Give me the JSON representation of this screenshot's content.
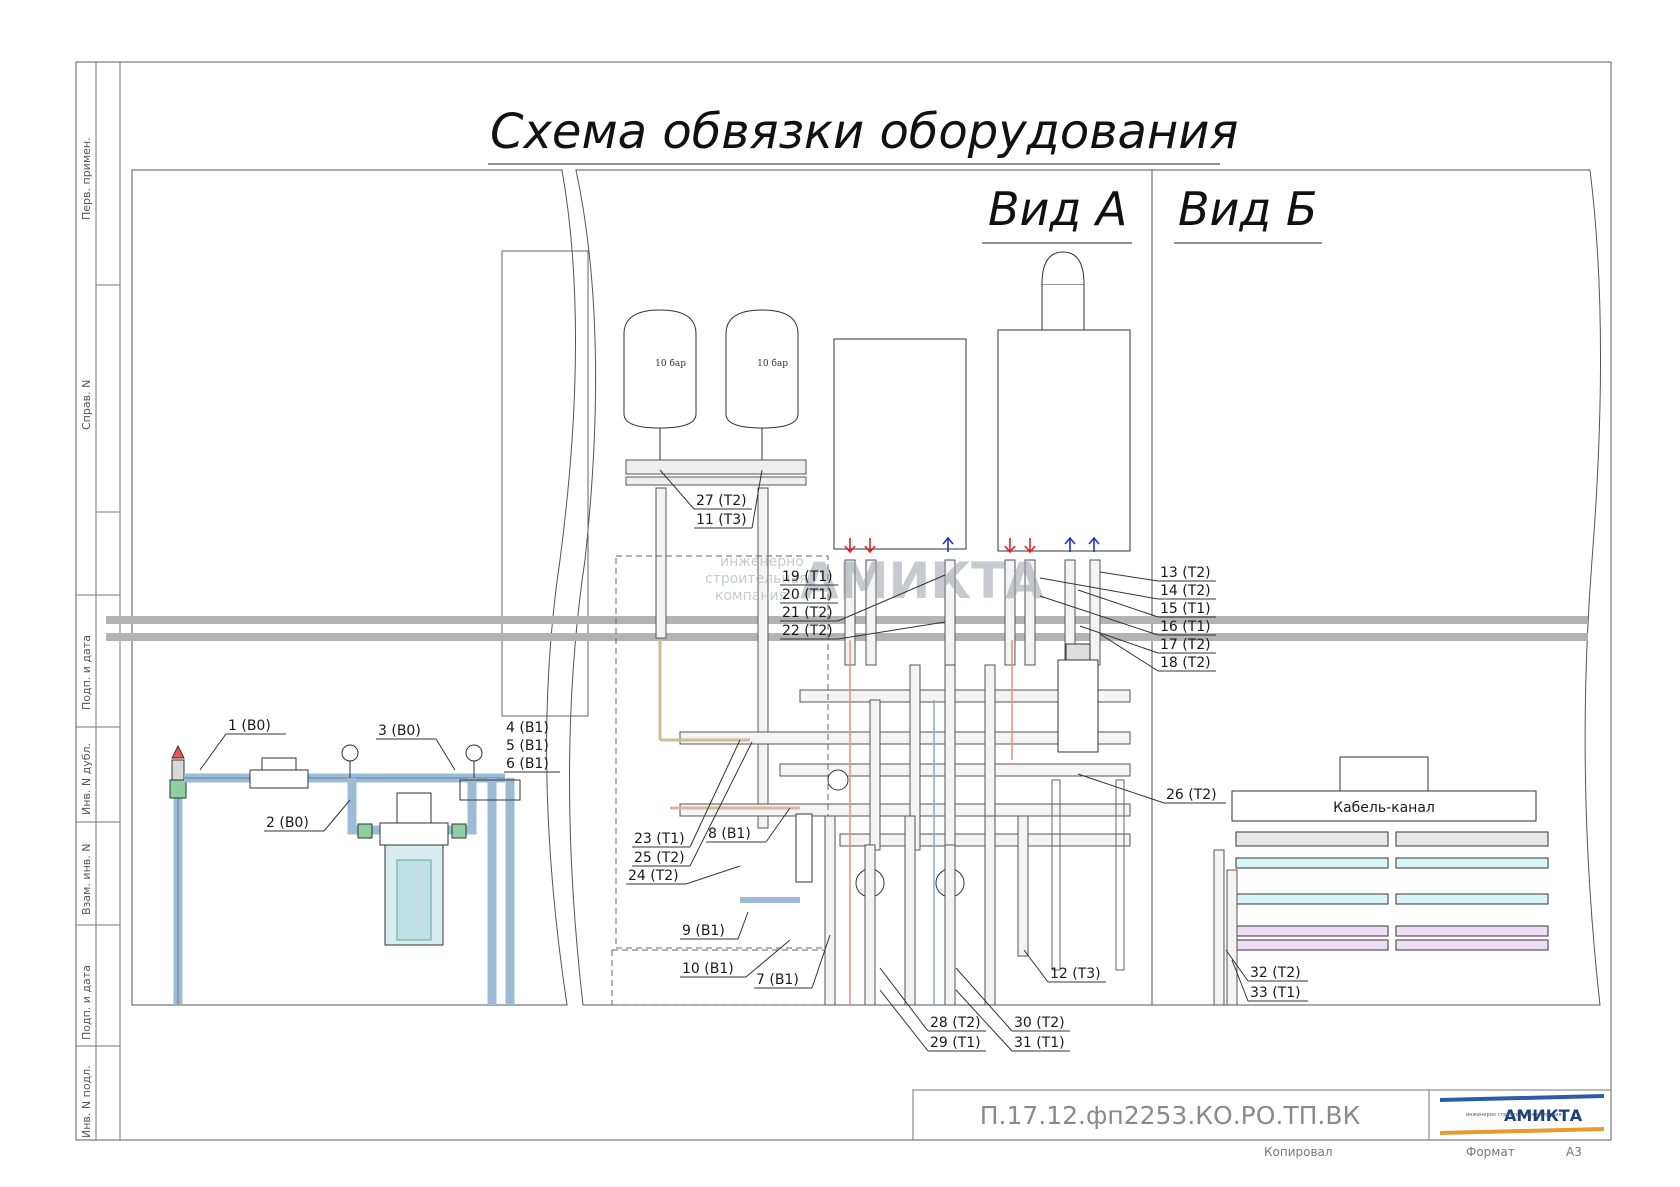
{
  "title": "Схема обвязки оборудования",
  "views": {
    "a": "Вид А",
    "b": "Вид Б"
  },
  "side_stamp": [
    "Перв. примен.",
    "Справ. N",
    "Подп. и дата",
    "Инв. N дубл.",
    "Взам. инв. N",
    "Подп. и дата",
    "Инв. N подл."
  ],
  "tank_label": "10 бар",
  "cable_channel": "Кабель-канал",
  "watermark": {
    "name": "АМИКТА",
    "sub1": "инженерно",
    "sub2": "строительная",
    "sub3": "компания"
  },
  "doc_number": "П.17.12.фп2253.КО.РО.ТП.ВК",
  "logo": {
    "name": "АМИКТА",
    "sub": "инженерно строительная компания"
  },
  "footer": {
    "copied": "Копировал",
    "format": "Формат",
    "size": "А3"
  },
  "callouts": [
    {
      "id": "c1",
      "text": "1 (В0)"
    },
    {
      "id": "c2",
      "text": "2 (В0)"
    },
    {
      "id": "c3",
      "text": "3 (В0)"
    },
    {
      "id": "c4",
      "text": "4 (В1)"
    },
    {
      "id": "c5",
      "text": "5 (В1)"
    },
    {
      "id": "c6",
      "text": "6 (В1)"
    },
    {
      "id": "c7",
      "text": "7 (В1)"
    },
    {
      "id": "c8",
      "text": "8 (В1)"
    },
    {
      "id": "c9",
      "text": "9 (В1)"
    },
    {
      "id": "c10",
      "text": "10 (В1)"
    },
    {
      "id": "c11",
      "text": "11 (Т3)"
    },
    {
      "id": "c12",
      "text": "12 (Т3)"
    },
    {
      "id": "c13",
      "text": "13 (Т2)"
    },
    {
      "id": "c14",
      "text": "14 (Т2)"
    },
    {
      "id": "c15",
      "text": "15 (Т1)"
    },
    {
      "id": "c16",
      "text": "16 (Т1)"
    },
    {
      "id": "c17",
      "text": "17 (Т2)"
    },
    {
      "id": "c18",
      "text": "18 (Т2)"
    },
    {
      "id": "c19",
      "text": "19 (Т1)"
    },
    {
      "id": "c20",
      "text": "20 (Т1)"
    },
    {
      "id": "c21",
      "text": "21 (Т2)"
    },
    {
      "id": "c22",
      "text": "22 (Т2)"
    },
    {
      "id": "c23",
      "text": "23 (Т1)"
    },
    {
      "id": "c24",
      "text": "24 (Т2)"
    },
    {
      "id": "c25",
      "text": "25 (Т2)"
    },
    {
      "id": "c26",
      "text": "26 (Т2)"
    },
    {
      "id": "c27",
      "text": "27 (Т2)"
    },
    {
      "id": "c28",
      "text": "28 (Т2)"
    },
    {
      "id": "c29",
      "text": "29 (Т1)"
    },
    {
      "id": "c30",
      "text": "30 (Т2)"
    },
    {
      "id": "c31",
      "text": "31 (Т1)"
    },
    {
      "id": "c32",
      "text": "32 (Т2)"
    },
    {
      "id": "c33",
      "text": "33 (Т1)"
    }
  ]
}
